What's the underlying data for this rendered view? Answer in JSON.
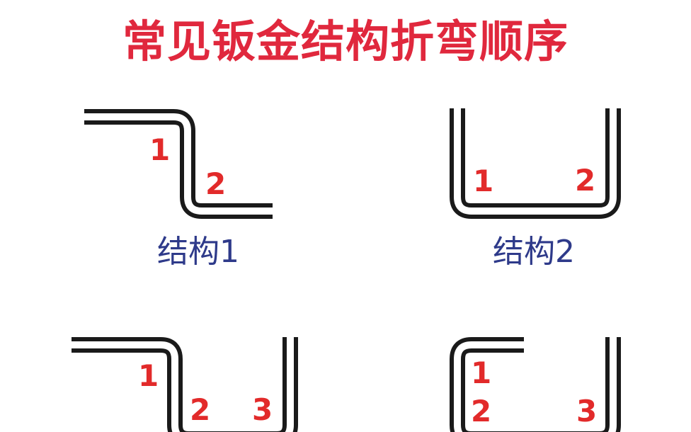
{
  "title": "常见钣金结构折弯顺序",
  "colors": {
    "title": "#e0283d",
    "bend_number": "#e22a2a",
    "caption": "#2e3a8a",
    "sheet_outline": "#1a1a1a"
  },
  "structures": [
    {
      "caption": "结构1",
      "bend_labels": [
        "1",
        "2"
      ]
    },
    {
      "caption": "结构2",
      "bend_labels": [
        "1",
        "2"
      ]
    },
    {
      "bend_labels": [
        "1",
        "2",
        "3"
      ]
    },
    {
      "bend_labels": [
        "1",
        "2",
        "3"
      ]
    }
  ]
}
